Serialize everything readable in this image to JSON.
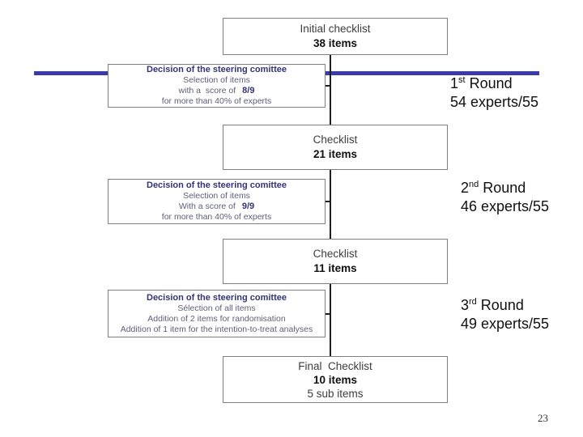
{
  "colors": {
    "accent_line": "#3a3aa8",
    "box_border": "#7f7f7f",
    "navy_text": "#333377",
    "muted_text": "#5e5e78",
    "connector": "#1f1f1f"
  },
  "initial_box": {
    "title": "Initial checklist",
    "count": "38 items"
  },
  "rows": [
    {
      "decision": {
        "title": "Decision of the steering comittee",
        "line2": "Selection of items",
        "line3_prefix": "with a  score of",
        "line3_bold": "8/9",
        "line4": "for more than 40% of experts"
      },
      "round": {
        "number": "1",
        "ordinal": "st",
        "word": "Round",
        "experts": "54 experts/55"
      },
      "checklist": {
        "title": "Checklist",
        "count": "21 items"
      }
    },
    {
      "decision": {
        "title": "Decision of the steering comittee",
        "line2": "Selection of items",
        "line3_prefix": "With a score of",
        "line3_bold": "9/9",
        "line4": "for more than 40% of experts"
      },
      "round": {
        "number": "2",
        "ordinal": "nd",
        "word": "Round",
        "experts": "46 experts/55"
      },
      "checklist": {
        "title": "Checklist",
        "count": "11 items"
      }
    },
    {
      "decision": {
        "title": "Decision of the steering comittee",
        "line2": "Sélection of all items",
        "line3_prefix": "Addition of 2 items for randomisation",
        "line3_bold": "",
        "line4": "Addition of 1 item for the intention-to-treat analyses"
      },
      "round": {
        "number": "3",
        "ordinal": "rd",
        "word": "Round",
        "experts": "49 experts/55"
      }
    }
  ],
  "final_box": {
    "title": "Final  Checklist",
    "count": "10 items",
    "sub": "5 sub items"
  },
  "page_number": "23"
}
